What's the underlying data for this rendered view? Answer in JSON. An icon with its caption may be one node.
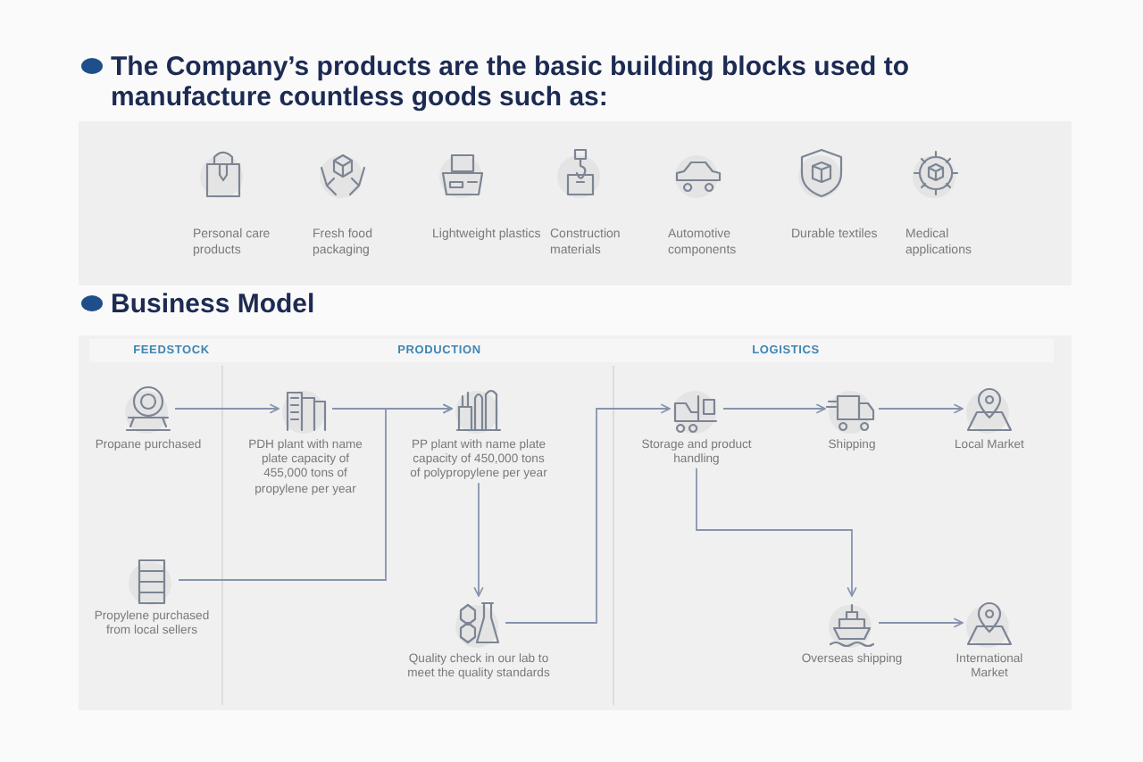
{
  "diagram": {
    "title": "The Company’s products are the basic building blocks used to manufacture countless goods such as:",
    "nodes": [
      {
        "text": [
          "Propane purchased"
        ]
      },
      {
        "text": [
          "PDH plant with name plate capacity of 455,000 tons of propylene per year"
        ]
      },
      {
        "text": [
          "PP plant with name plate capacity of 450,000 tons of polypropylene per year"
        ]
      },
      {
        "text": [
          "Storage and product handling"
        ]
      },
      {
        "text": [
          "Shipping"
        ]
      },
      {
        "text": [
          "Local Market"
        ]
      },
      {
        "text": [
          "Propylene purchased from local sellers"
        ]
      },
      {
        "text": [
          "Quality check in our lab to meet the quality standards"
        ]
      },
      {
        "text": [
          "Overseas shipping"
        ]
      },
      {
        "text": [
          "International Market"
        ]
      }
    ],
    "edges": [
      {
        "from": 0,
        "to": 1,
        "arrow": "to"
      },
      {
        "from": 1,
        "to": 2,
        "arrow": "to"
      },
      {
        "from": 6,
        "to": 2,
        "arrow": "to"
      },
      {
        "from": 2,
        "to": 7,
        "arrow": "to"
      },
      {
        "from": 7,
        "to": 3,
        "arrow": "to"
      },
      {
        "from": 3,
        "to": 4,
        "arrow": "to"
      },
      {
        "from": 4,
        "to": 5,
        "arrow": "to"
      },
      {
        "from": 3,
        "to": 8,
        "arrow": "to"
      },
      {
        "from": 8,
        "to": 9,
        "arrow": "to"
      }
    ],
    "labels": [
      "Personal care products",
      "Fresh food packaging",
      "Lightweight plastics",
      "Construction materials",
      "Automotive components",
      "Durable textiles",
      "Medical applications",
      "Business Model",
      "FEEDSTOCK",
      "PRODUCTION",
      "LOGISTICS"
    ]
  }
}
